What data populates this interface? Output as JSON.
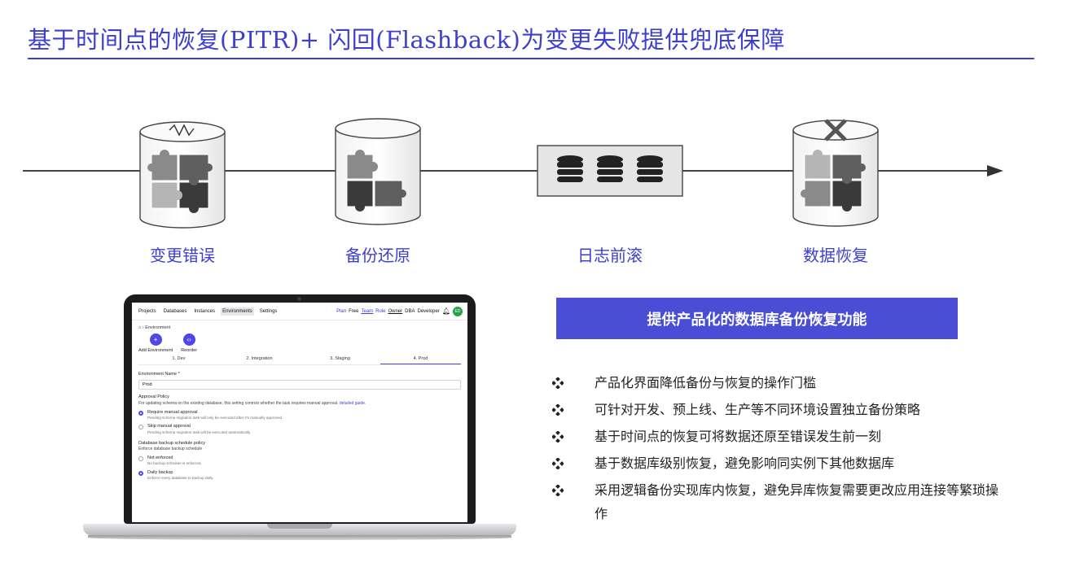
{
  "header": {
    "title": "基于时间点的恢复(PITR)+ 闪回(Flashback)为变更失败提供兜底保障",
    "accent_color": "#3d3fd1"
  },
  "flow": {
    "stages": [
      {
        "label": "变更错误",
        "icon": "database-puzzle-icon"
      },
      {
        "label": "备份还原",
        "icon": "database-puzzle-partial-icon"
      },
      {
        "label": "日志前滚",
        "icon": "log-database-stack-icon"
      },
      {
        "label": "数据恢复",
        "icon": "database-puzzle-restored-icon"
      }
    ],
    "arrow_icon": "arrow-right-icon"
  },
  "app": {
    "nav": {
      "items": [
        "Projects",
        "Databases",
        "Instances",
        "Environments",
        "Settings"
      ],
      "active": "Environments",
      "plan": "Plan",
      "plan_value": "Free",
      "roles": [
        "Team",
        "Role"
      ],
      "role_values": [
        "Owner",
        "DBA",
        "Developer"
      ],
      "avatar": "ED"
    },
    "breadcrumb": "Environment",
    "actions": [
      {
        "label": "Add Environment",
        "glyph": "+"
      },
      {
        "label": "Reorder",
        "glyph": "‹›"
      }
    ],
    "steps": [
      "1. Dev",
      "2. Integration",
      "3. Staging",
      "4. Prod"
    ],
    "active_step": "4. Prod",
    "form": {
      "env_name_label": "Environment Name *",
      "env_name_value": "Prod",
      "approval_title": "Approval Policy",
      "approval_desc": "For updating schema on the existing database, this setting controls whether the task requires manual approval.",
      "approval_link": "detailed guide.",
      "approval_options": [
        {
          "title": "Require manual approval",
          "desc": "Pending schema migration task will only be executed after it's manually approved.",
          "selected": true
        },
        {
          "title": "Skip manual approval",
          "desc": "Pending schema migration task will be executed automatically.",
          "selected": false
        }
      ],
      "backup_title": "Database backup schedule policy",
      "backup_desc": "Enforce database backup schedule",
      "backup_options": [
        {
          "title": "Not enforced",
          "desc": "No backup schedule is enforced.",
          "selected": false
        },
        {
          "title": "Daily backup",
          "desc": "Enforce every database to backup daily.",
          "selected": true
        }
      ]
    }
  },
  "features": {
    "banner": "提供产品化的数据库备份恢复功能",
    "banner_color": "#4a4ed6",
    "bullet_icon": "diamond-bullet-icon",
    "items": [
      "产品化界面降低备份与恢复的操作门槛",
      "可针对开发、预上线、生产等不同环境设置独立备份策略",
      "基于时间点的恢复可将数据还原至错误发生前一刻",
      "基于数据库级别恢复，避免影响同实例下其他数据库",
      "采用逻辑备份实现库内恢复，避免异库恢复需要更改应用连接等繁琐操作"
    ]
  }
}
